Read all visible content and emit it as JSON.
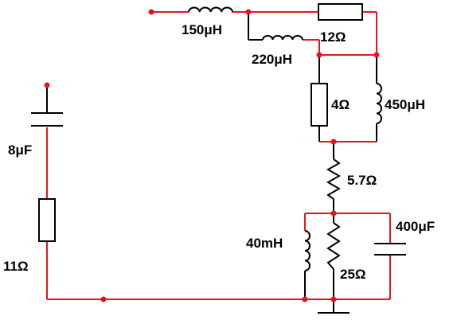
{
  "components": {
    "L1": {
      "label": "150μH"
    },
    "R1": {
      "label": "12Ω"
    },
    "L2": {
      "label": "220μH"
    },
    "R2": {
      "label": "4Ω"
    },
    "L3": {
      "label": "450μH"
    },
    "R3": {
      "label": "5.7Ω"
    },
    "L4": {
      "label": "40mH"
    },
    "R4": {
      "label": "25Ω"
    },
    "C1": {
      "label": "400μF"
    },
    "C2": {
      "label": "8μF"
    },
    "R5": {
      "label": "11Ω"
    }
  },
  "colors": {
    "wire": "#e8141b",
    "component": "#000000"
  }
}
